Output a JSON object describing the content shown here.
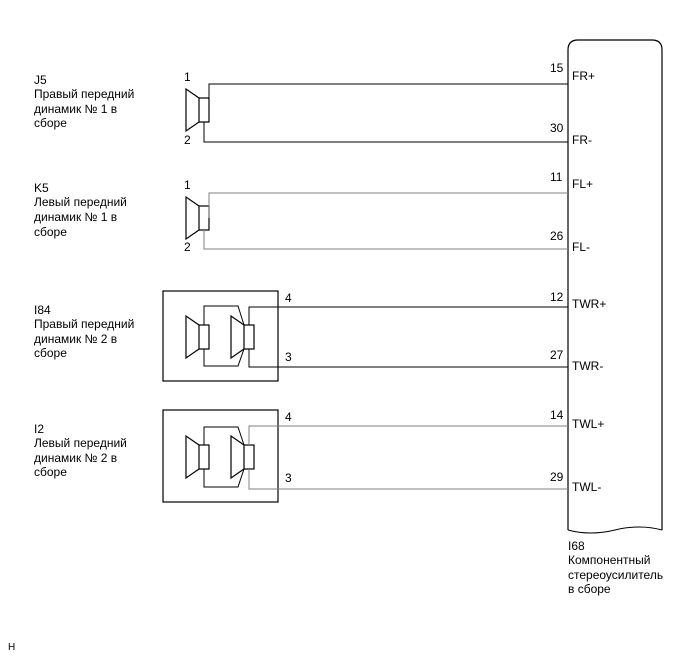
{
  "components": {
    "j5": {
      "code": "J5",
      "desc": [
        "Правый передний",
        "динамик № 1 в",
        "сборе"
      ],
      "pin_top": "1",
      "pin_bottom": "2",
      "amp_pin_top": "15",
      "amp_pin_bottom": "30",
      "signal_top": "FR+",
      "signal_bottom": "FR-"
    },
    "k5": {
      "code": "K5",
      "desc": [
        "Левый передний",
        "динамик № 1 в",
        "сборе"
      ],
      "pin_top": "1",
      "pin_bottom": "2",
      "amp_pin_top": "11",
      "amp_pin_bottom": "26",
      "signal_top": "FL+",
      "signal_bottom": "FL-"
    },
    "i84": {
      "code": "I84",
      "desc": [
        "Правый передний",
        "динамик № 2 в",
        "сборе"
      ],
      "pin_top": "4",
      "pin_bottom": "3",
      "amp_pin_top": "12",
      "amp_pin_bottom": "27",
      "signal_top": "TWR+",
      "signal_bottom": "TWR-"
    },
    "i2": {
      "code": "I2",
      "desc": [
        "Левый передний",
        "динамик № 2 в",
        "сборе"
      ],
      "pin_top": "4",
      "pin_bottom": "3",
      "amp_pin_top": "14",
      "amp_pin_bottom": "29",
      "signal_top": "TWL+",
      "signal_bottom": "TWL-"
    }
  },
  "amplifier": {
    "code": "I68",
    "desc": [
      "Компонентный",
      "стереоусилитель",
      "в сборе"
    ]
  },
  "corner_mark": "H",
  "colors": {
    "line": "#000000",
    "wire_gray": "#808080",
    "background": "#ffffff"
  }
}
